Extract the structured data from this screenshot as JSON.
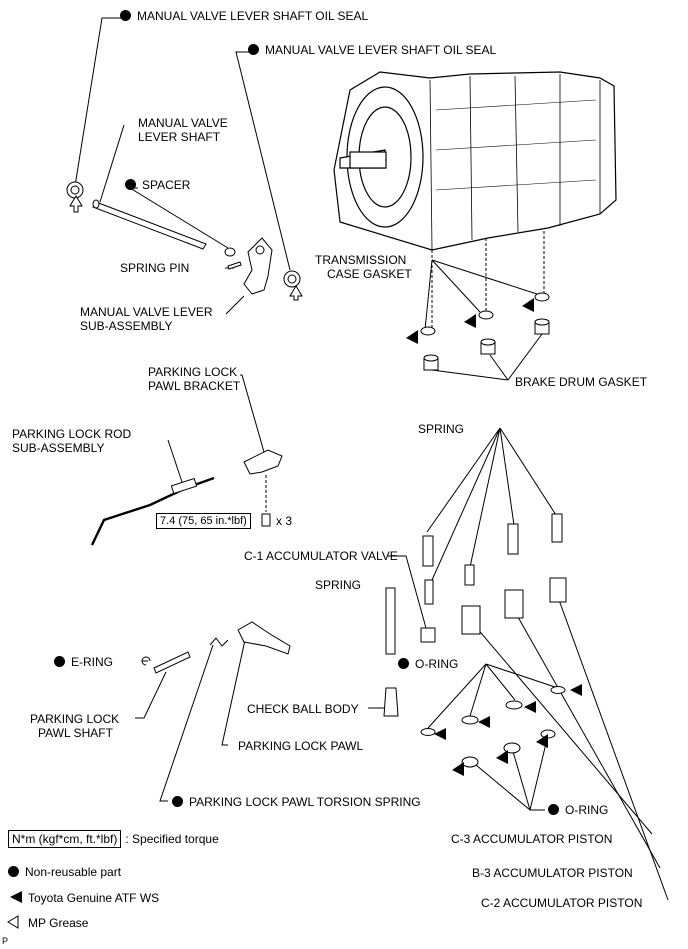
{
  "labels": {
    "oil_seal_1": "MANUAL VALVE LEVER SHAFT OIL SEAL",
    "oil_seal_2": "MANUAL VALVE LEVER SHAFT OIL SEAL",
    "lever_shaft_1": "MANUAL VALVE",
    "lever_shaft_2": "LEVER SHAFT",
    "spacer": "SPACER",
    "spring_pin": "SPRING PIN",
    "lever_sub_1": "MANUAL VALVE LEVER",
    "lever_sub_2": "SUB-ASSEMBLY",
    "case_gasket_1": "TRANSMISSION",
    "case_gasket_2": "CASE GASKET",
    "brake_drum_gasket": "BRAKE DRUM GASKET",
    "pawl_bracket_1": "PARKING LOCK",
    "pawl_bracket_2": "PAWL BRACKET",
    "rod_sub_1": "PARKING LOCK ROD",
    "rod_sub_2": "SUB-ASSEMBLY",
    "torque_value": "7.4 (75, 65 in.*lbf)",
    "bolt_qty": "x 3",
    "spring_top": "SPRING",
    "c1_valve": "C-1 ACCUMULATOR VALVE",
    "spring_mid": "SPRING",
    "e_ring": "E-RING",
    "o_ring_1": "O-RING",
    "check_ball": "CHECK BALL BODY",
    "pawl_shaft_1": "PARKING LOCK",
    "pawl_shaft_2": "PAWL SHAFT",
    "parking_pawl": "PARKING LOCK PAWL",
    "torsion_spring": "PARKING LOCK PAWL TORSION SPRING",
    "o_ring_2": "O-RING",
    "c3_piston": "C-3 ACCUMULATOR PISTON",
    "b3_piston": "B-3 ACCUMULATOR PISTON",
    "c2_piston": "C-2 ACCUMULATOR PISTON"
  },
  "legend": {
    "torque_box": "N*m (kgf*cm, ft.*lbf)",
    "torque_desc": ": Specified torque",
    "non_reusable": "Non-reusable part",
    "atf": "Toyota Genuine ATF WS",
    "grease": "MP Grease"
  },
  "corner_mark": "P"
}
